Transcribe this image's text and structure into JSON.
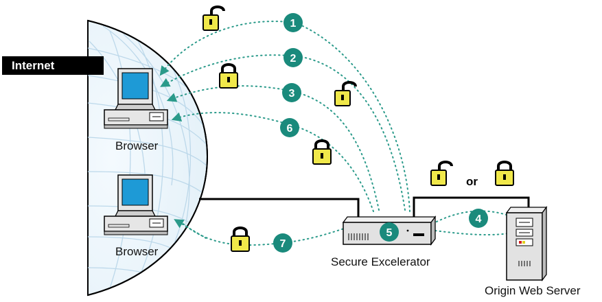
{
  "labels": {
    "internet": "Internet",
    "browser_top": "Browser",
    "browser_bottom": "Browser",
    "secure_excelerator": "Secure Excelerator",
    "origin_web_server": "Origin Web Server",
    "or": "or"
  },
  "steps": [
    "1",
    "2",
    "3",
    "4",
    "5",
    "6",
    "7"
  ],
  "colors": {
    "step_badge": "#1a8a7c",
    "dotted_path": "#2a9a8a",
    "lock_body": "#f0e84a",
    "monitor_screen": "#1e9ad6",
    "globe_grid": "#bcd8ea"
  },
  "icons": [
    "padlock-closed-icon",
    "padlock-open-icon",
    "computer-icon",
    "appliance-icon",
    "server-tower-icon",
    "globe-icon"
  ]
}
